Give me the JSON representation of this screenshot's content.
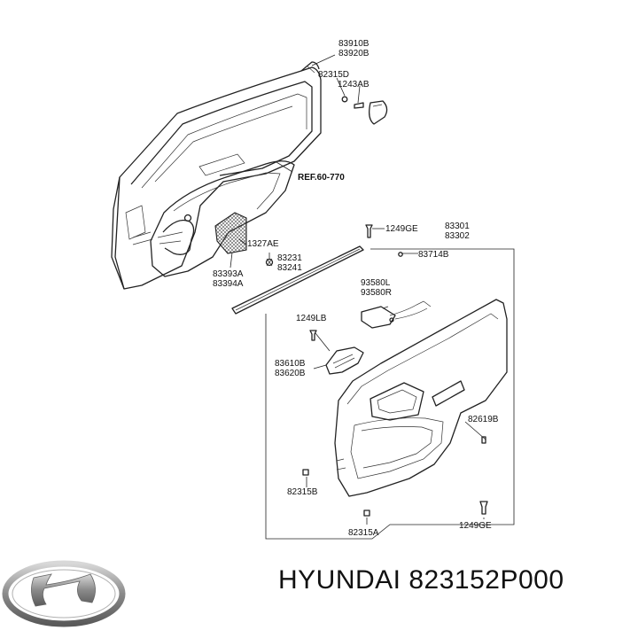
{
  "brand": {
    "name": "HYUNDAI",
    "part_number": "823152P000"
  },
  "reference": "REF.60-770",
  "labels": {
    "l83910B": "83910B",
    "l83920B": "83920B",
    "l82315D": "82315D",
    "l1243AB": "1243AB",
    "l1327AE": "1327AE",
    "l83393A": "83393A",
    "l83394A": "83394A",
    "l83231": "83231",
    "l83241": "83241",
    "l1249GE_top": "1249GE",
    "l83301": "83301",
    "l83302": "83302",
    "l83714B": "83714B",
    "l93580L": "93580L",
    "l93580R": "93580R",
    "l1249LB": "1249LB",
    "l83610B": "83610B",
    "l83620B": "83620B",
    "l82619B": "82619B",
    "l82315B": "82315B",
    "l82315A": "82315A",
    "l1249GE_bottom": "1249GE"
  },
  "icons": {
    "logo": "hyundai-logo-icon"
  },
  "colors": {
    "line": "#222222",
    "logo": "#8a8a8a",
    "mesh": "#555555"
  }
}
